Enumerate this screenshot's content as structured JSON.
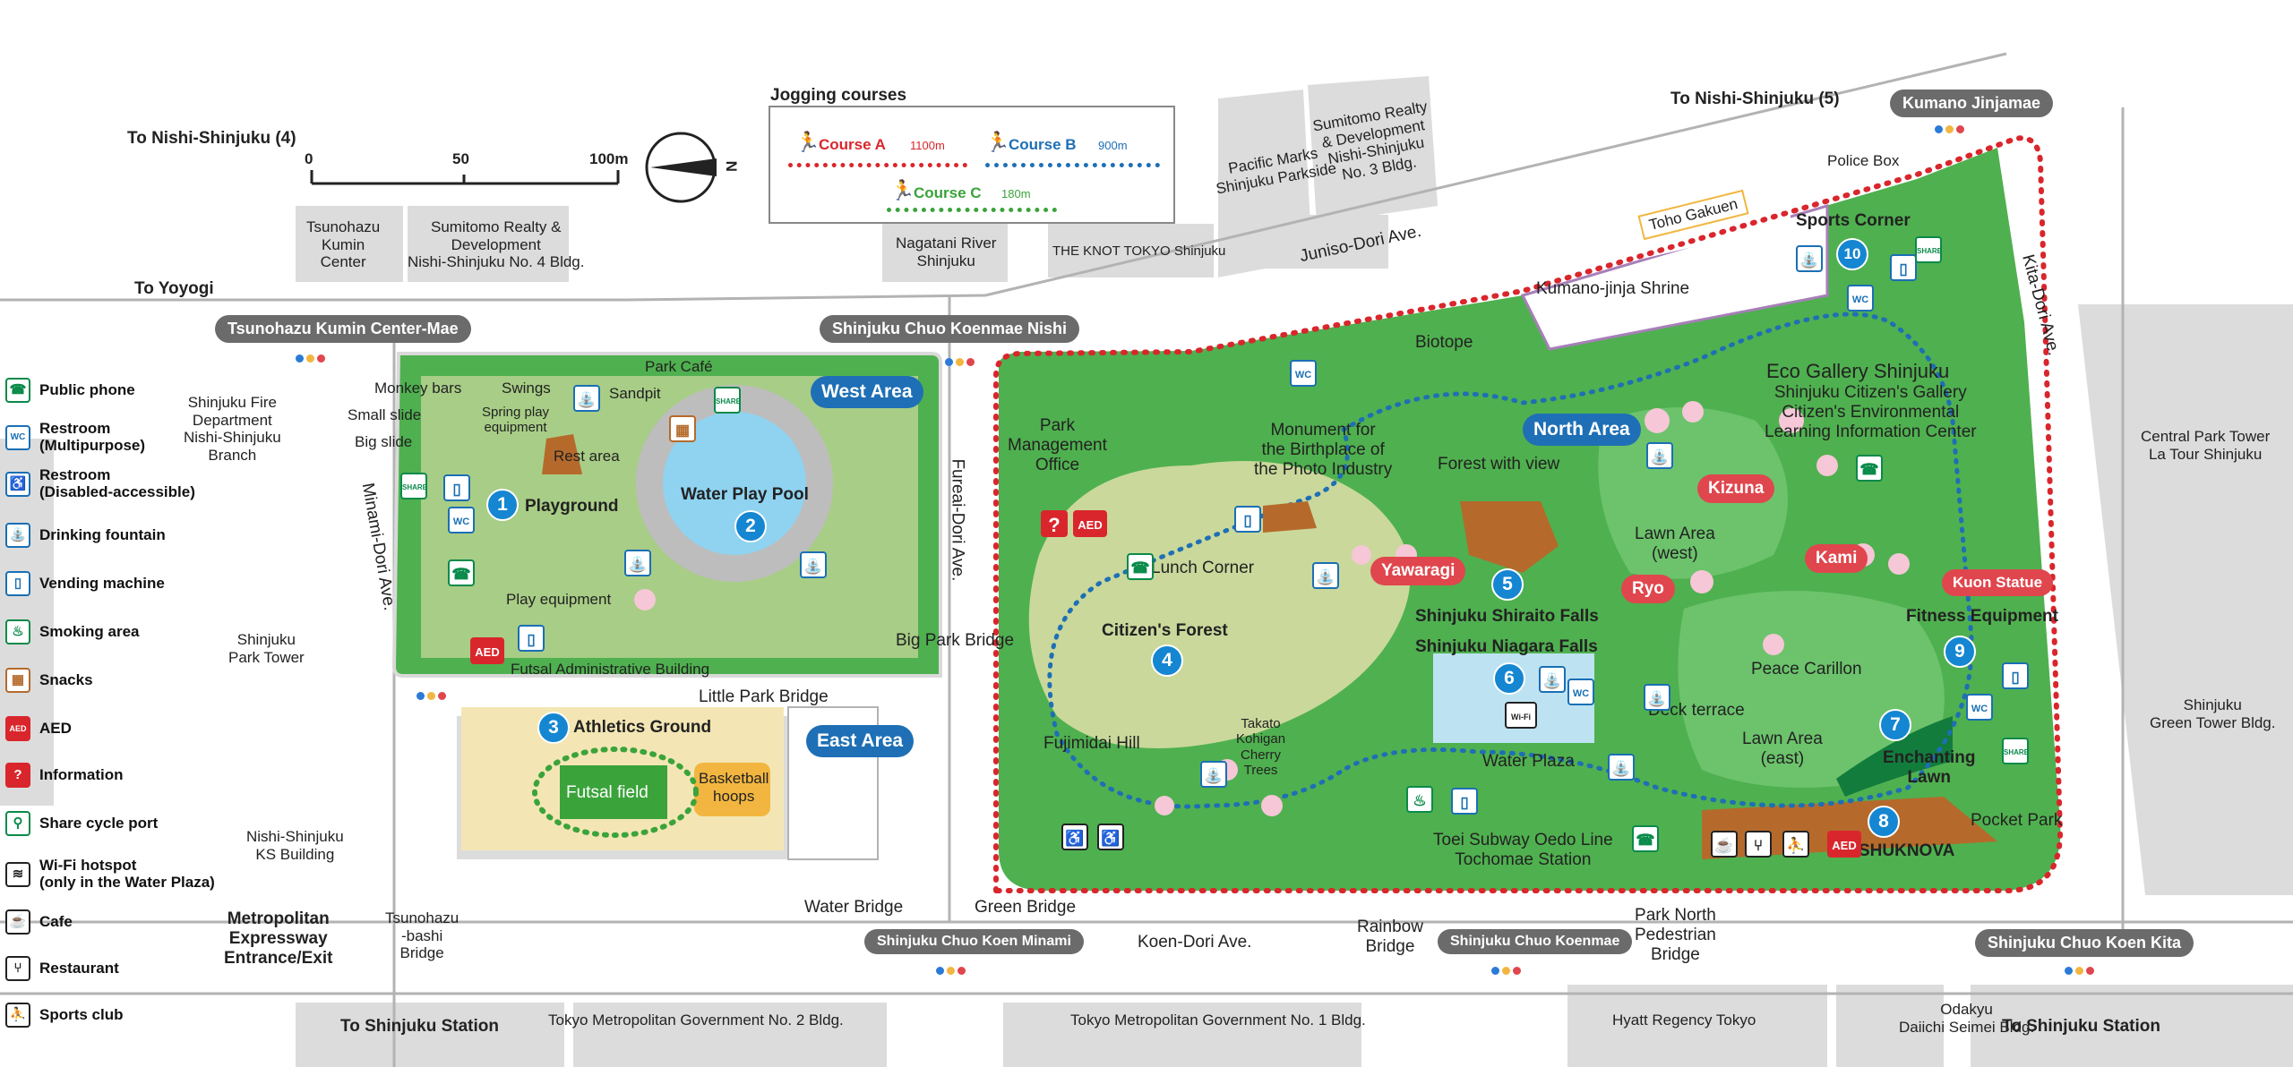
{
  "colors": {
    "park_green": "#4caf50",
    "path_beige": "#f3e6b4",
    "water_blue": "#bde3f2",
    "road_gray": "#d9d9d9",
    "course_a": "#d9262c",
    "course_b": "#1e6fb5",
    "course_c": "#3aa33a",
    "accent_blue": "#1e6fb5",
    "cherry_pink": "#f6c7d6"
  },
  "jogging": {
    "title": "Jogging courses",
    "a_label": "Course A",
    "a_len": "1100m",
    "b_label": "Course B",
    "b_len": "900m",
    "c_label": "Course C",
    "c_len": "180m"
  },
  "scale": {
    "zero": "0",
    "fifty": "50",
    "hundred": "100m",
    "north": "N"
  },
  "legend": [
    {
      "icon": "phone-icon",
      "glyph": "☎",
      "label": "Public phone"
    },
    {
      "icon": "restroom-multipurpose-icon",
      "glyph": "WC",
      "label": "Restroom\n(Multipurpose)"
    },
    {
      "icon": "restroom-accessible-icon",
      "glyph": "♿",
      "label": "Restroom\n(Disabled-accessible)"
    },
    {
      "icon": "drinking-fountain-icon",
      "glyph": "⛲",
      "label": "Drinking fountain"
    },
    {
      "icon": "vending-machine-icon",
      "glyph": "▯",
      "label": "Vending machine"
    },
    {
      "icon": "smoking-area-icon",
      "glyph": "♨",
      "label": "Smoking area"
    },
    {
      "icon": "snacks-icon",
      "glyph": "▦",
      "label": "Snacks"
    },
    {
      "icon": "aed-icon",
      "glyph": "AED",
      "label": "AED"
    },
    {
      "icon": "information-icon",
      "glyph": "?",
      "label": "Information"
    },
    {
      "icon": "share-cycle-icon",
      "glyph": "⚲",
      "label": "Share cycle port"
    },
    {
      "icon": "wifi-icon",
      "glyph": "≋",
      "label": "Wi-Fi hotspot\n(only in the Water Plaza)"
    },
    {
      "icon": "cafe-icon",
      "glyph": "☕",
      "label": "Cafe"
    },
    {
      "icon": "restaurant-icon",
      "glyph": "⑂",
      "label": "Restaurant"
    },
    {
      "icon": "sports-club-icon",
      "glyph": "⛹",
      "label": "Sports club"
    }
  ],
  "directions": {
    "nishi4": "To Nishi-Shinjuku (4)",
    "nishi5": "To Nishi-Shinjuku (5)",
    "yoyogi": "To Yoyogi",
    "station_left": "To Shinjuku Station",
    "station_right": "To Shinjuku Station"
  },
  "stops": {
    "tsunohazu": "Tsunohazu Kumin Center-Mae",
    "nishi": "Shinjuku Chuo Koenmae Nishi",
    "kumano": "Kumano Jinjamae",
    "minami": "Shinjuku Chuo Koen Minami",
    "koenmae": "Shinjuku Chuo Koenmae",
    "kita": "Shinjuku Chuo Koen Kita"
  },
  "roads": {
    "juniso": "Juniso-Dori Ave.",
    "kita": "Kita-Dori Ave.",
    "fureai": "Fureai-Dori Ave.",
    "minami": "Minami-Dori Ave.",
    "koen": "Koen-Dori Ave."
  },
  "buildings": {
    "tsunohazu_kumin": "Tsunohazu\nKumin\nCenter",
    "sumitomo4": "Sumitomo Realty &\nDevelopment\nNishi-Shinjuku No. 4 Bldg.",
    "nagatani": "Nagatani River\nShinjuku",
    "knot": "THE KNOT TOKYO Shinjuku",
    "pacific": "Pacific Marks\nShinjuku Parkside",
    "sumitomo3": "Sumitomo Realty\n& Development\nNishi-Shinjuku\nNo. 3 Bldg.",
    "fire_dept": "Shinjuku Fire\nDepartment\nNishi-Shinjuku\nBranch",
    "park_tower": "Shinjuku\nPark Tower",
    "ks": "Nishi-Shinjuku\nKS Building",
    "central": "Central Park Tower\nLa Tour Shinjuku",
    "green_tower": "Shinjuku\nGreen Tower Bldg.",
    "gov2": "Tokyo Metropolitan Government No. 2 Bldg.",
    "gov1": "Tokyo Metropolitan Government No. 1 Bldg.",
    "hyatt": "Hyatt Regency Tokyo",
    "odakyu": "Odakyu\nDaiichi Seimei Bldg.",
    "expressway": "Metropolitan\nExpressway\nEntrance/Exit",
    "toho": "Toho Gakuen",
    "kumano_shrine": "Kumano-jinja Shrine",
    "police": "Police Box"
  },
  "places": {
    "park_cafe": "Park Café",
    "monkey": "Monkey bars",
    "swings": "Swings",
    "sandpit": "Sandpit",
    "small_slide": "Small slide",
    "big_slide": "Big slide",
    "spring": "Spring play\nequipment",
    "rest_area": "Rest area",
    "playground": "Playground",
    "play_equipment": "Play equipment",
    "water_play": "Water Play Pool",
    "west_area": "West Area",
    "futsal_admin": "Futsal Administrative Building",
    "big_bridge": "Big Park Bridge",
    "little_bridge": "Little Park Bridge",
    "athletics": "Athletics Ground",
    "east_area": "East Area",
    "futsal_field": "Futsal field",
    "basketball": "Basketball\nhoops",
    "water_bridge": "Water Bridge",
    "green_bridge": "Green Bridge",
    "tsunohazu_bridge": "Tsunohazu\n-bashi\nBridge",
    "park_mgmt": "Park\nManagement\nOffice",
    "lunch": "Lunch Corner",
    "citizens_forest": "Citizen's Forest",
    "fujimidai": "Fujimidai Hill",
    "takato": "Takato\nKohigan\nCherry\nTrees",
    "biotope": "Biotope",
    "monument": "Monument for\nthe Birthplace of\nthe Photo Industry",
    "north_area": "North Area",
    "forest_view": "Forest with view",
    "yawaragi": "Yawaragi",
    "shiraito": "Shinjuku Shiraito Falls",
    "niagara": "Shinjuku Niagara Falls",
    "water_plaza": "Water Plaza",
    "toei": "Toei Subway Oedo Line\nTochomae Station",
    "rainbow": "Rainbow\nBridge",
    "park_north_bridge": "Park North\nPedestrian\nBridge",
    "ryo": "Ryo",
    "lawn_west": "Lawn Area\n(west)",
    "kizuna": "Kizuna",
    "kami": "Kami",
    "eco_gallery": "Eco Gallery Shinjuku",
    "eco_sub": "Shinjuku Citizen's Gallery\nCitizen's Environmental\nLearning Information Center",
    "sports_corner": "Sports Corner",
    "kuon": "Kuon Statue",
    "fitness": "Fitness Equipment",
    "peace_carillon": "Peace Carillon",
    "deck_terrace": "Deck terrace",
    "lawn_east": "Lawn Area\n(east)",
    "enchanting": "Enchanting\nLawn",
    "shuknova": "SHUKNOVA",
    "pocket_park": "Pocket Park"
  },
  "numbers": {
    "n1": "1",
    "n2": "2",
    "n3": "3",
    "n4": "4",
    "n5": "5",
    "n6": "6",
    "n7": "7",
    "n8": "8",
    "n9": "9",
    "n10": "10"
  },
  "icon_text": {
    "aed": "AED",
    "info": "?",
    "wc": "WC",
    "share": "SHARE",
    "wifi": "Wi-Fi"
  }
}
